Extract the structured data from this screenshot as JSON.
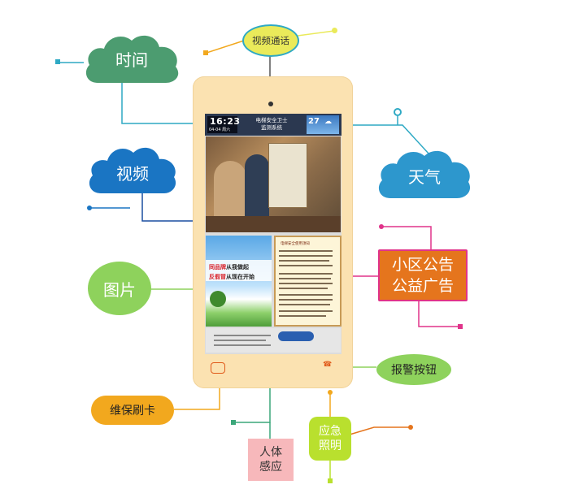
{
  "device": {
    "clock_time": "16:23",
    "clock_date": "04-04 周六",
    "header_title_line1": "电梯安全卫士",
    "header_title_line2": "监测系统",
    "weather_temp": "27"
  },
  "screen_image": {
    "line1_red": "同品牌",
    "line1_black": "从我做起",
    "line2_red": "反假冒",
    "line2_black": "从现在开始"
  },
  "notice_title": "电梯安全使用须知",
  "labels": {
    "time": "时间",
    "video_call": "视频通话",
    "video": "视频",
    "weather": "天气",
    "picture": "图片",
    "announcement_line1": "小区公告",
    "announcement_line2": "公益广告",
    "alarm_button": "报警按钮",
    "card": "维保刷卡",
    "body_sense_line1": "人体",
    "body_sense_line2": "感应",
    "emergency_line1": "应急",
    "emergency_line2": "照明"
  },
  "colors": {
    "time_cloud": "#4c9c70",
    "video_cloud": "#1a75c3",
    "weather_cloud": "#2d97cd",
    "video_call_oval": "#eaea5a",
    "picture_oval": "#8ed25c",
    "announcement_box": "#e5751d",
    "alarm_oval": "#8ed25c",
    "card_pill": "#f2a81e",
    "body_sense_box": "#f7b8bb",
    "emergency_box": "#b9e02e",
    "device_body": "#fbe2b1"
  }
}
